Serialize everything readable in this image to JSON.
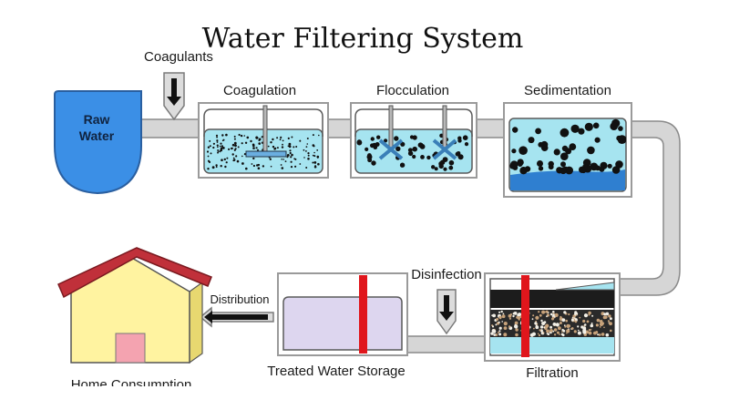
{
  "title": "Water Filtering System",
  "labels": {
    "raw_water_line1": "Raw",
    "raw_water_line2": "Water",
    "coagulants": "Coagulants",
    "coagulation": "Coagulation",
    "flocculation": "Flocculation",
    "sedimentation": "Sedimentation",
    "disinfection": "Disinfection",
    "filtration": "Filtration",
    "treated_water_storage": "Treated Water Storage",
    "distribution": "Distribution",
    "home_consumption": "Home Consumption"
  },
  "colors": {
    "water": "#a6e4f0",
    "raw_water": "#3b8fe6",
    "pipe": "#d6d6d6",
    "storage_water": "#ddd6ef",
    "sediment_layer": "#2f7fd0",
    "filter_rod": "#e0161c",
    "roof": "#c0303a",
    "house_wall": "#fff3a0",
    "door": "#f4a3b0"
  },
  "icons": [
    "down-arrow-icon",
    "left-arrow-icon",
    "mixer-paddle-icon"
  ]
}
